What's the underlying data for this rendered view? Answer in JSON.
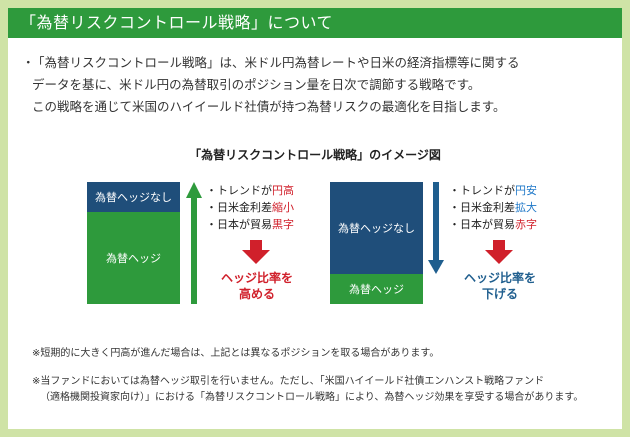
{
  "header": {
    "title": "「為替リスクコントロール戦略」について"
  },
  "intro": {
    "bullet": "・",
    "lines": [
      "「為替リスクコントロール戦略」は、米ドル円為替レートや日米の経済指標等に関する",
      "データを基に、米ドル円の為替取引のポジション量を日次で調節する戦略です。",
      "この戦略を通じて米国のハイイールド社債が持つ為替リスクの最適化を目指します。"
    ]
  },
  "diagram": {
    "title": "「為替リスクコントロール戦略」のイメージ図",
    "left": {
      "top_box": "為替ヘッジなし",
      "bottom_box": "為替ヘッジ",
      "bullets": [
        {
          "prefix": "トレンドが",
          "highlight": "円高"
        },
        {
          "prefix": "日米金利差",
          "highlight": "縮小"
        },
        {
          "prefix": "日本が貿易",
          "highlight": "黒字"
        }
      ],
      "result_line1": "ヘッジ比率を",
      "result_line2": "高める"
    },
    "right": {
      "top_box": "為替ヘッジなし",
      "bottom_box": "為替ヘッジ",
      "bullets": [
        {
          "prefix": "トレンドが",
          "highlight": "円安"
        },
        {
          "prefix": "日米金利差",
          "highlight": "拡大"
        },
        {
          "prefix": "日本が貿易",
          "highlight": "赤字"
        }
      ],
      "result_line1": "ヘッジ比率を",
      "result_line2": "下げる"
    }
  },
  "notes": [
    "※短期的に大きく円高が進んだ場合は、上記とは異なるポジションを取る場合があります。",
    "※当ファンドにおいては為替ヘッジ取引を行いません。ただし、「米国ハイイールド社債エンハンスト戦略ファンド",
    "（適格機関投資家向け）」における「為替リスクコントロール戦略」により、為替ヘッジ効果を享受する場合があります。"
  ],
  "colors": {
    "green": "#2e9a3c",
    "navy": "#1f4e7a",
    "red": "#d0202b",
    "blue": "#1f78c8",
    "frame": "#cfe3a6"
  }
}
